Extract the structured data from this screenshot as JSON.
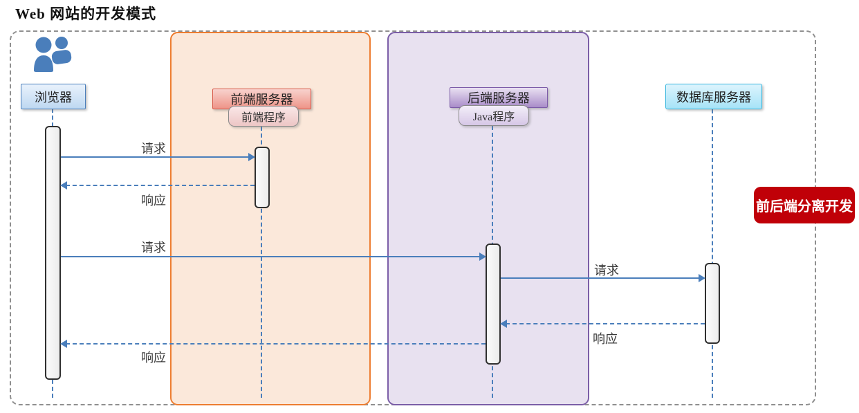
{
  "title": "Web 网站的开发模式",
  "annotation": {
    "label": "前后端分离开发"
  },
  "actors": [
    {
      "id": "browser",
      "label": "浏览器"
    },
    {
      "id": "frontend-server",
      "label": "前端服务器",
      "program": "前端程序"
    },
    {
      "id": "backend-server",
      "label": "后端服务器",
      "program": "Java程序"
    },
    {
      "id": "database-server",
      "label": "数据库服务器"
    }
  ],
  "messages": [
    {
      "from": "浏览器",
      "to": "前端服务器",
      "label": "请求",
      "style": "solid"
    },
    {
      "from": "前端服务器",
      "to": "浏览器",
      "label": "响应",
      "style": "dashed"
    },
    {
      "from": "浏览器",
      "to": "后端服务器",
      "label": "请求",
      "style": "solid"
    },
    {
      "from": "后端服务器",
      "to": "数据库服务器",
      "label": "请求",
      "style": "solid"
    },
    {
      "from": "数据库服务器",
      "to": "后端服务器",
      "label": "响应",
      "style": "dashed"
    },
    {
      "from": "后端服务器",
      "to": "浏览器",
      "label": "响应",
      "style": "dashed"
    }
  ],
  "icons": {
    "users": "users-icon"
  },
  "colors": {
    "arrow_blue": "#4a7ebb",
    "frame_gray": "#8f8f8f",
    "region_orange_fill": "#fbe8da",
    "region_orange_border": "#ed7d31",
    "region_purple_fill": "#e8e1f0",
    "region_purple_border": "#7b5ea7",
    "annotation_red": "#c00008",
    "browser_border": "#4a7ebb",
    "frontend_border": "#d75a4a",
    "backend_border": "#7c5ba8",
    "database_border": "#38b6de"
  }
}
